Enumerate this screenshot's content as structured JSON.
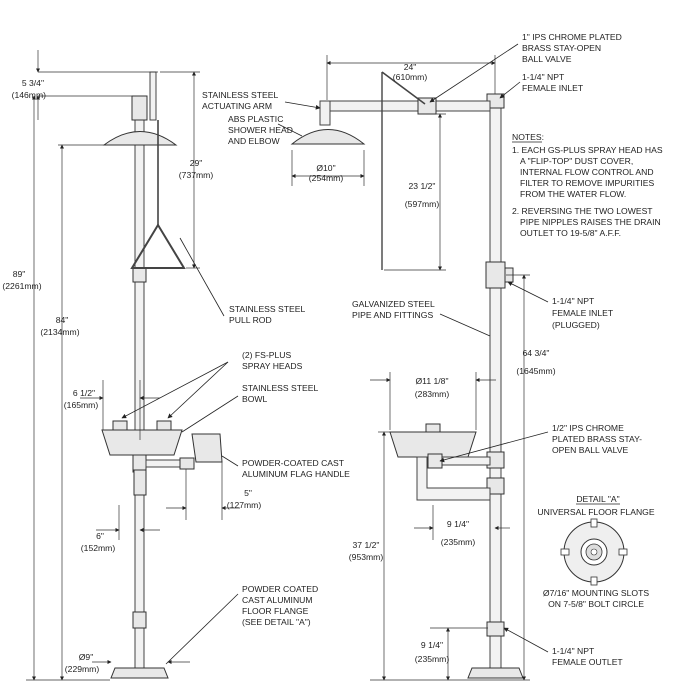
{
  "dims": {
    "top_offset": "5 3/4\"",
    "top_offset_mm": "(146mm)",
    "overall_height": "89\"",
    "overall_height_mm": "(2261mm)",
    "head_height": "84\"",
    "head_height_mm": "(2134mm)",
    "arm_drop": "29\"",
    "arm_drop_mm": "(737mm)",
    "bowl_offset": "6 1/2\"",
    "bowl_offset_mm": "(165mm)",
    "handle_offset": "5\"",
    "handle_offset_mm": "(127mm)",
    "floor_offset": "6\"",
    "floor_offset_mm": "(152mm)",
    "flange_dia": "Ø9\"",
    "flange_dia_mm": "(229mm)",
    "arm_length": "24\"",
    "arm_length_mm": "(610mm)",
    "head_dia": "Ø10\"",
    "head_dia_mm": "(254mm)",
    "rod_length": "23 1/2\"",
    "rod_length_mm": "(597mm)",
    "inlet_height": "64 3/4\"",
    "inlet_height_mm": "(1645mm)",
    "bowl_dia": "Ø11 1/8\"",
    "bowl_dia_mm": "(283mm)",
    "bowl_reach": "9 1/4\"",
    "bowl_reach_mm": "(235mm)",
    "bowl_height": "37 1/2\"",
    "bowl_height_mm": "(953mm)",
    "outlet_height": "9 1/4\"",
    "outlet_height_mm": "(235mm)"
  },
  "labels": {
    "actuating_arm": [
      "STAINLESS STEEL",
      "ACTUATING ARM"
    ],
    "shower_head": [
      "ABS PLASTIC",
      "SHOWER HEAD",
      "AND ELBOW"
    ],
    "pull_rod": [
      "STAINLESS STEEL",
      "PULL ROD"
    ],
    "spray_heads": [
      "(2) FS-PLUS",
      "SPRAY HEADS"
    ],
    "bowl": [
      "STAINLESS STEEL",
      "BOWL"
    ],
    "flag_handle": [
      "POWDER-COATED CAST",
      "ALUMINUM FLAG HANDLE"
    ],
    "floor_flange": [
      "POWDER COATED",
      "CAST ALUMINUM",
      "FLOOR FLANGE",
      "(SEE DETAIL \"A\")"
    ],
    "ball_valve_top": [
      "1\" IPS CHROME PLATED",
      "BRASS STAY-OPEN",
      "BALL VALVE"
    ],
    "inlet_top": [
      "1-1/4\" NPT",
      "FEMALE INLET"
    ],
    "galvanized": [
      "GALVANIZED STEEL",
      "PIPE AND FITTINGS"
    ],
    "inlet_plugged": [
      "1-1/4\" NPT",
      "FEMALE INLET",
      "(PLUGGED)"
    ],
    "ball_valve_bowl": [
      "1/2\" IPS CHROME",
      "PLATED BRASS STAY-",
      "OPEN BALL VALVE"
    ],
    "outlet": [
      "1-1/4\" NPT",
      "FEMALE OUTLET"
    ]
  },
  "notes": {
    "title": "NOTES:",
    "lines": [
      "1. EACH GS-PLUS SPRAY HEAD HAS",
      "A \"FLIP-TOP\" DUST COVER,",
      "INTERNAL FLOW CONTROL AND",
      "FILTER TO REMOVE IMPURITIES",
      "FROM THE WATER FLOW.",
      "2. REVERSING THE TWO LOWEST",
      "PIPE NIPPLES RAISES THE DRAIN",
      "OUTLET TO 19-5/8\" A.F.F."
    ]
  },
  "detail": {
    "title": "DETAIL \"A\"",
    "subtitle": "UNIVERSAL FLOOR FLANGE",
    "caption": [
      "Ø7/16\" MOUNTING SLOTS",
      "ON 7-5/8\" BOLT CIRCLE"
    ]
  }
}
